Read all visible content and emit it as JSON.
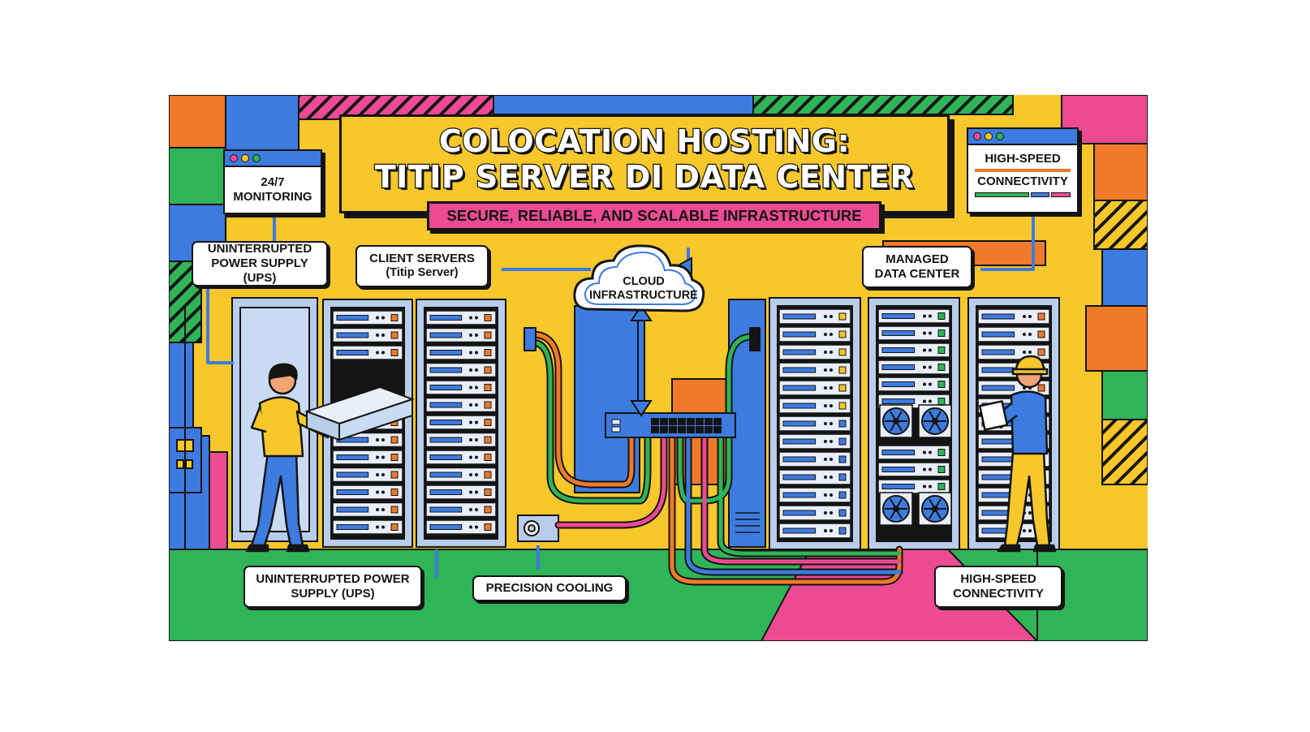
{
  "title": {
    "line1": "COLOCATION HOSTING:",
    "line2": "TITIP SERVER DI DATA CENTER",
    "subtitle": "SECURE, RELIABLE, AND SCALABLE INFRASTRUCTURE"
  },
  "windows": {
    "monitoring": {
      "line1": "24/7",
      "line2": "MONITORING"
    },
    "connectivity": {
      "line1": "HIGH-SPEED",
      "line2": "CONNECTIVITY"
    }
  },
  "labels": {
    "ups_top": {
      "line1": "UNINTERRUPTED",
      "line2": "POWER SUPPLY (UPS)"
    },
    "client_servers": {
      "line1": "CLIENT SERVERS",
      "line2": "(Titip Server)"
    },
    "cloud": {
      "line1": "CLOUD",
      "line2": "INFRASTRUCTURE"
    },
    "managed_dc": {
      "line1": "MANAGED",
      "line2": "DATA CENTER"
    },
    "ups_bottom": {
      "line1": "UNINTERRUPTED POWER",
      "line2": "SUPPLY (UPS)"
    },
    "cooling": {
      "line1": "PRECISION COOLING"
    },
    "connectivity_bottom": {
      "line1": "HIGH-SPEED",
      "line2": "CONNECTIVITY"
    }
  },
  "colors": {
    "yellow": "#f7c72b",
    "blue": "#3d7be0",
    "green": "#2fb457",
    "orange": "#f07a2a",
    "pink": "#ec4b93",
    "ink": "#141414",
    "rack_panel": "#b8cdea"
  }
}
